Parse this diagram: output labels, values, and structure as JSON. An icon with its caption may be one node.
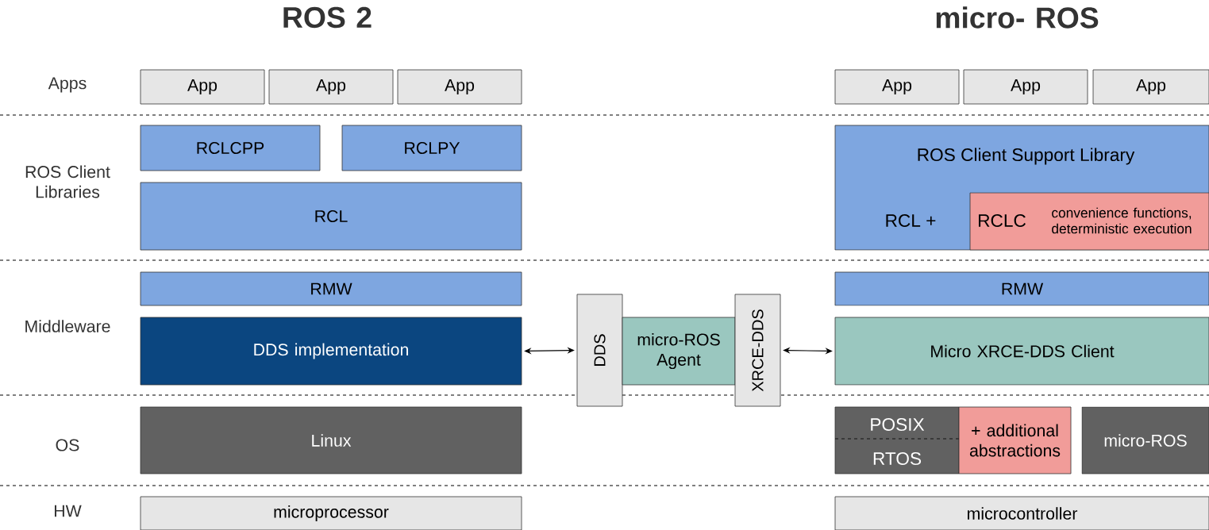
{
  "diagram": {
    "nodes": [
      {
        "text": [
          "App"
        ]
      },
      {
        "text": [
          "App"
        ]
      },
      {
        "text": [
          "App"
        ]
      },
      {
        "text": [
          "App"
        ]
      },
      {
        "text": [
          "App"
        ]
      },
      {
        "text": [
          "App"
        ]
      },
      {
        "text": [
          "RCLCPP"
        ]
      },
      {
        "text": [
          "RCLPY"
        ]
      },
      {
        "text": [
          "ROS Client Support Library",
          "RCL +"
        ]
      },
      {
        "text": [
          "RCLC",
          "convenience functions, deterministic execution"
        ],
        "in": 8
      },
      {
        "text": [
          "RCL"
        ]
      },
      {
        "text": [
          "RMW"
        ]
      },
      {
        "text": [
          "RMW"
        ]
      },
      {
        "text": [
          "DDS implementation"
        ]
      },
      {
        "text": [
          "DDS"
        ]
      },
      {
        "text": [
          "micro-ROS Agent"
        ]
      },
      {
        "text": [
          "XRCE-DDS"
        ]
      },
      {
        "text": [
          "Micro XRCE-DDS Client"
        ]
      },
      {
        "text": [
          "Linux"
        ]
      },
      {
        "text": [
          "POSIX",
          "RTOS"
        ]
      },
      {
        "text": [
          "+ additional abstractions"
        ]
      },
      {
        "text": [
          "micro-ROS"
        ]
      },
      {
        "text": [
          "microprocessor"
        ]
      },
      {
        "text": [
          "microcontroller"
        ]
      }
    ],
    "edges": [
      {
        "from": 13,
        "to": 14,
        "arrow": "both"
      },
      {
        "from": 16,
        "to": 17,
        "arrow": "both"
      }
    ],
    "labels": [
      "ROS 2",
      "micro- ROS",
      "Apps",
      "ROS Client Libraries",
      "Middleware",
      "OS",
      "HW"
    ]
  }
}
